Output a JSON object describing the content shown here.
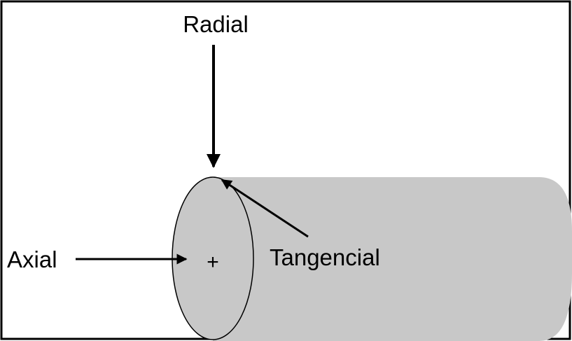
{
  "diagram": {
    "labels": {
      "radial": "Radial",
      "axial": "Axial",
      "tangencial": "Tangencial"
    },
    "center_mark": "+",
    "colors": {
      "cylinder_fill": "#c8c8c8",
      "stroke": "#000000",
      "border": "#000000",
      "background": "#ffffff"
    }
  }
}
